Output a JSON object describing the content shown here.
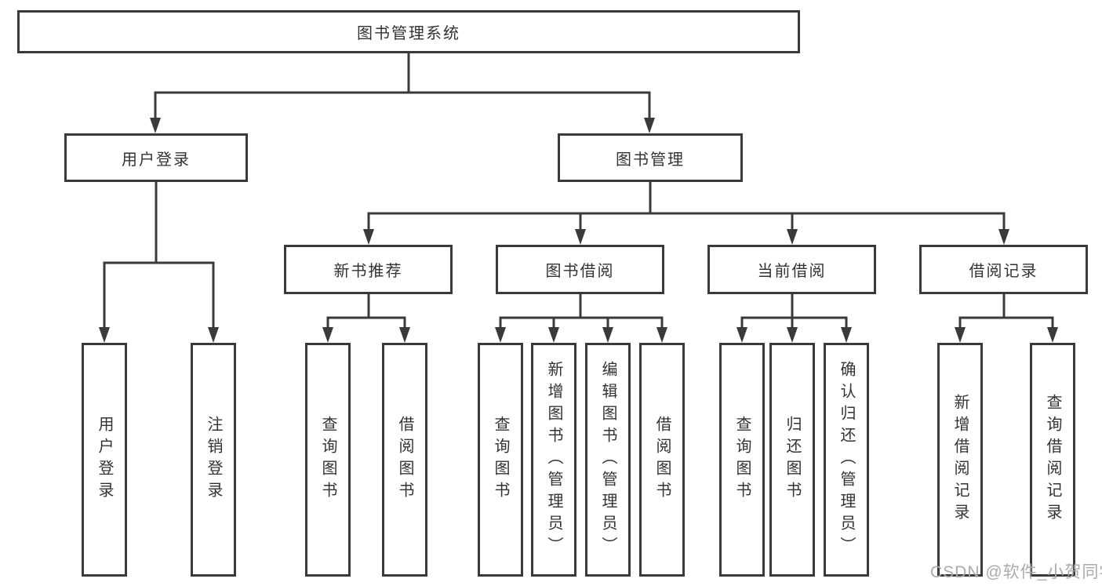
{
  "colors": {
    "line": "#3a3a3a",
    "text": "#333333",
    "background": "#ffffff",
    "watermark": "#ababab"
  },
  "watermark": {
    "text": "CSDN @软件_小贺同学"
  },
  "tree": {
    "label": "图书管理系统",
    "children": [
      {
        "label": "用户登录",
        "children": [
          {
            "label": "用户登录"
          },
          {
            "label": "注销登录"
          }
        ]
      },
      {
        "label": "图书管理",
        "children": [
          {
            "label": "新书推荐",
            "children": [
              {
                "label": "查询图书"
              },
              {
                "label": "借阅图书"
              }
            ]
          },
          {
            "label": "图书借阅",
            "children": [
              {
                "label": "查询图书"
              },
              {
                "label": "新增图书（管理员）"
              },
              {
                "label": "编辑图书（管理员）"
              },
              {
                "label": "借阅图书"
              }
            ]
          },
          {
            "label": "当前借阅",
            "children": [
              {
                "label": "查询图书"
              },
              {
                "label": "归还图书"
              },
              {
                "label": "确认归还（管理员）"
              }
            ]
          },
          {
            "label": "借阅记录",
            "children": [
              {
                "label": "新增借阅记录"
              },
              {
                "label": "查询借阅记录"
              }
            ]
          }
        ]
      }
    ]
  }
}
